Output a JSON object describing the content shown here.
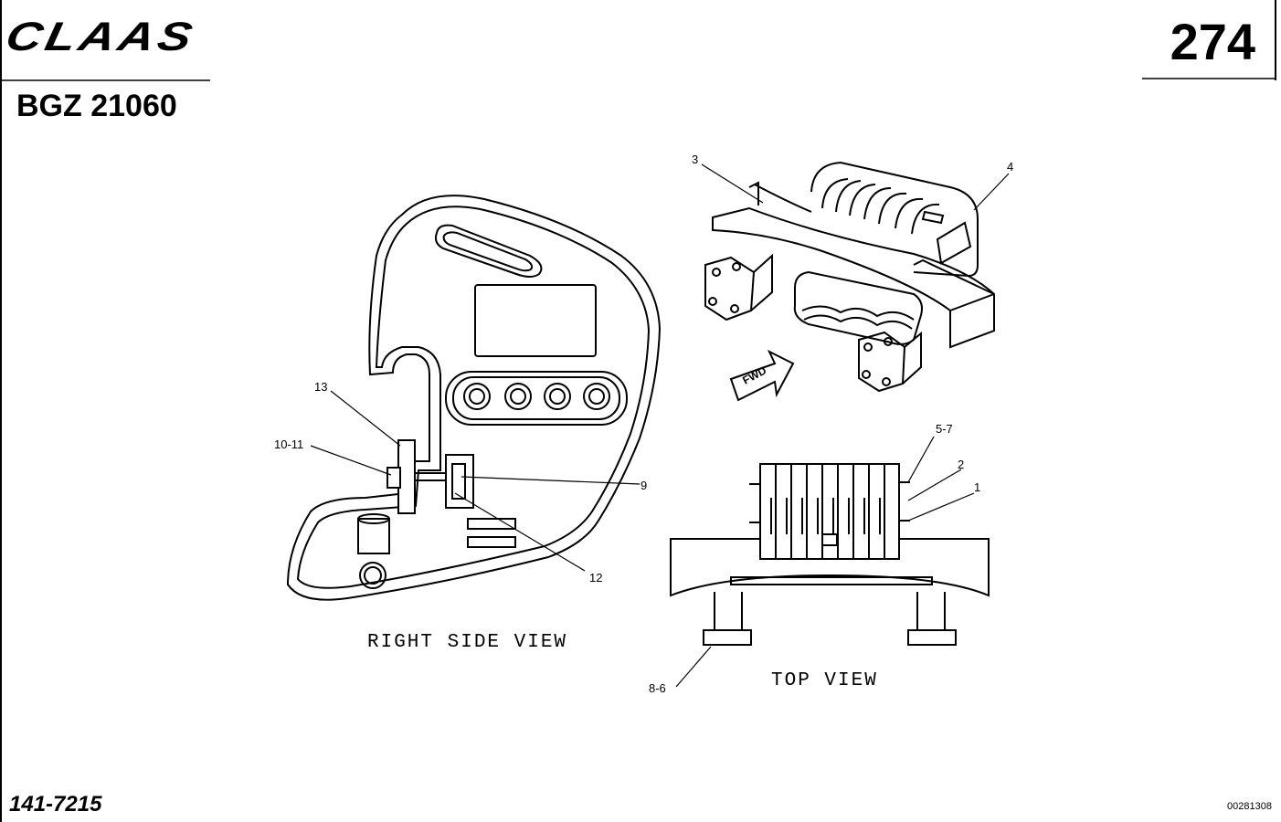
{
  "header": {
    "brand": "CLAAS",
    "page_number": "274",
    "group_code": "BGZ 21060"
  },
  "footer": {
    "document_number": "141-7215",
    "reference_code": "00281308"
  },
  "views": {
    "right_side": "RIGHT SIDE VIEW",
    "top": "TOP VIEW",
    "arrow_label": "FWD"
  },
  "callouts": {
    "c13": "13",
    "c10_11": "10-11",
    "c9": "9",
    "c12": "12",
    "c3": "3",
    "c4": "4",
    "c5_7": "5-7",
    "c2": "2",
    "c1": "1",
    "c8_6": "8-6"
  }
}
